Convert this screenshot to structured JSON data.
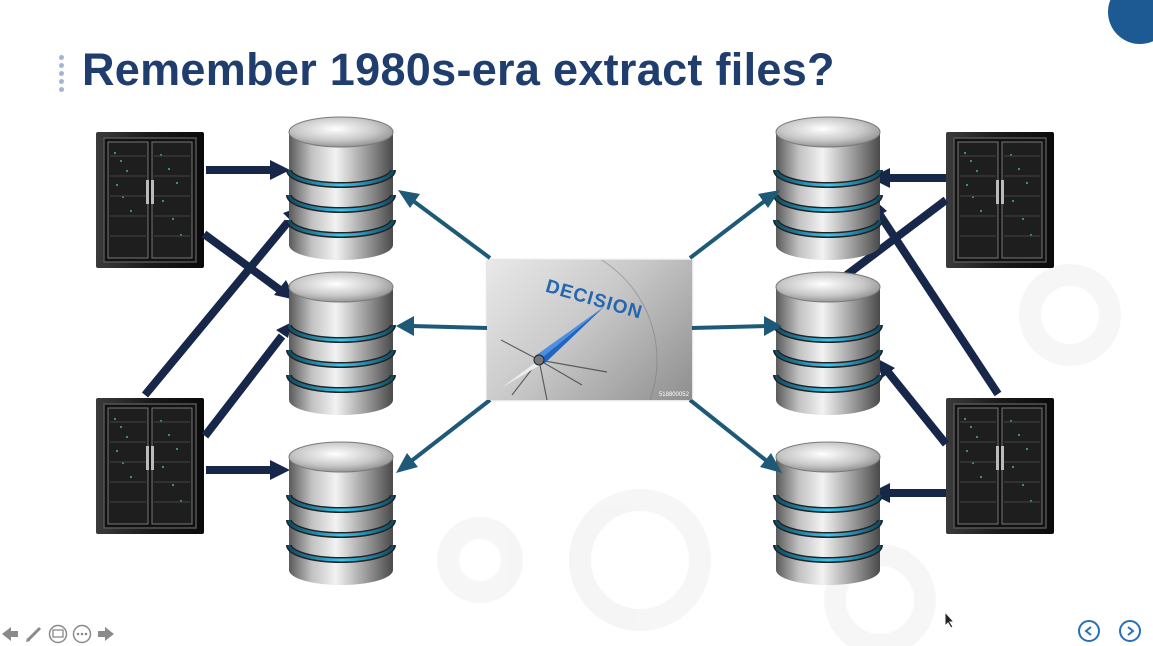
{
  "slide": {
    "title": "Remember 1980s-era extract files?",
    "accent_color": "#1f3e6e",
    "arrow_colors": {
      "dark": "#17274a",
      "teal": "#1e5a78"
    },
    "center_image": {
      "word": "DECISION",
      "photo_code": "518800052",
      "icon": "compass-image"
    }
  },
  "toolbar": {
    "icons": [
      "arrow-left-icon",
      "pen-icon",
      "slides-icon",
      "more-icon",
      "arrow-right-icon"
    ]
  },
  "navigation": {
    "prev_icon": "chevron-left-icon",
    "next_icon": "chevron-right-icon"
  }
}
